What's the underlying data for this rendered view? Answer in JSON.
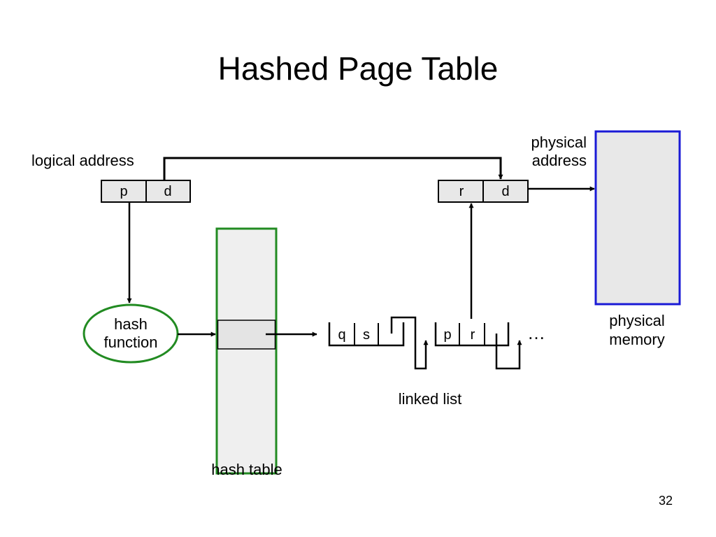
{
  "slide": {
    "title": "Hashed Page Table",
    "page_number": "32"
  },
  "diagram": {
    "logical_address": {
      "label": "logical address",
      "fields": [
        "p",
        "d"
      ]
    },
    "physical_address": {
      "label_line1": "physical",
      "label_line2": "address",
      "fields": [
        "r",
        "d"
      ]
    },
    "hash_function": {
      "line1": "hash",
      "line2": "function"
    },
    "hash_table": {
      "label": "hash table"
    },
    "linked_list": {
      "label": "linked list",
      "node1": [
        "q",
        "s"
      ],
      "node2": [
        "p",
        "r"
      ],
      "ellipsis": "…"
    },
    "physical_memory": {
      "line1": "physical",
      "line2": "memory"
    },
    "colors": {
      "hash_function_border": "#228B22",
      "hash_table_border": "#228B22",
      "physical_memory_border": "#1a1ad6",
      "box_fill": "#e8e8e8",
      "stroke": "#000000"
    }
  }
}
